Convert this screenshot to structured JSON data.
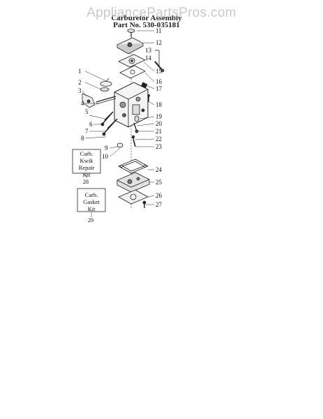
{
  "watermark": "AppliancePartsPros.com",
  "title": {
    "line1": "Carburetor Assembly",
    "line2": "Part No. 530-035181"
  },
  "callouts": [
    "1",
    "2",
    "3",
    "4",
    "5",
    "6",
    "7",
    "8",
    "9",
    "10",
    "11",
    "12",
    "13",
    "14",
    "15",
    "16",
    "17",
    "18",
    "19",
    "20",
    "21",
    "22",
    "23",
    "24",
    "25",
    "26",
    "27"
  ],
  "kits": [
    {
      "lines": [
        "Carb.",
        "Kwik",
        "Repair",
        "Kit"
      ],
      "number": "28"
    },
    {
      "lines": [
        "Carb.",
        "Gasket",
        "Kit"
      ],
      "number": "29"
    }
  ]
}
